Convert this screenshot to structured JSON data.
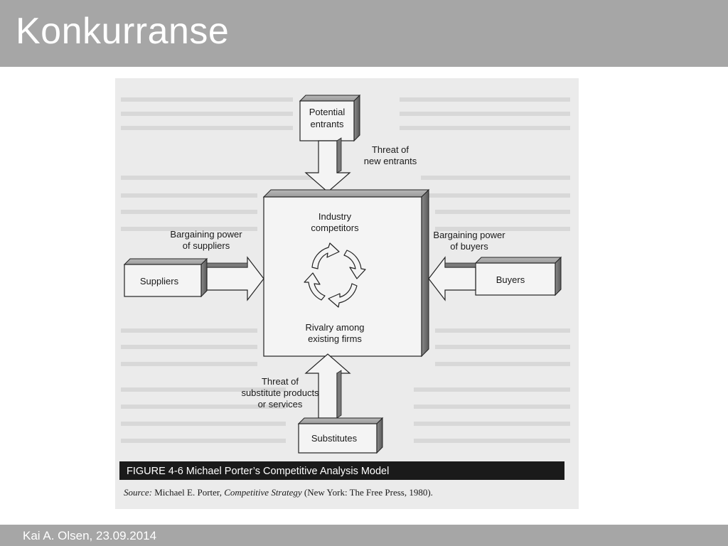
{
  "slide": {
    "title": "Konkurranse",
    "footer": "Kai A. Olsen, 23.09.2014"
  },
  "diagram": {
    "nodes": {
      "potential_entrants": [
        "Potential",
        "entrants"
      ],
      "industry_competitors": [
        "Industry",
        "competitors"
      ],
      "rivalry": [
        "Rivalry among",
        "existing firms"
      ],
      "suppliers": "Suppliers",
      "buyers": "Buyers",
      "substitutes": "Substitutes"
    },
    "edges": {
      "threat_new_entrants": [
        "Threat of",
        "new entrants"
      ],
      "bargaining_suppliers": [
        "Bargaining power",
        "of suppliers"
      ],
      "bargaining_buyers": [
        "Bargaining power",
        "of buyers"
      ],
      "threat_substitutes": [
        "Threat of",
        "substitute products",
        "or services"
      ]
    },
    "caption": "FIGURE 4-6  Michael Porter’s Competitive Analysis Model",
    "source": {
      "prefix": "Source:",
      "author": " Michael E. Porter, ",
      "work": "Competitive Strategy",
      "rest": " (New York: The Free Press, 1980)."
    }
  }
}
